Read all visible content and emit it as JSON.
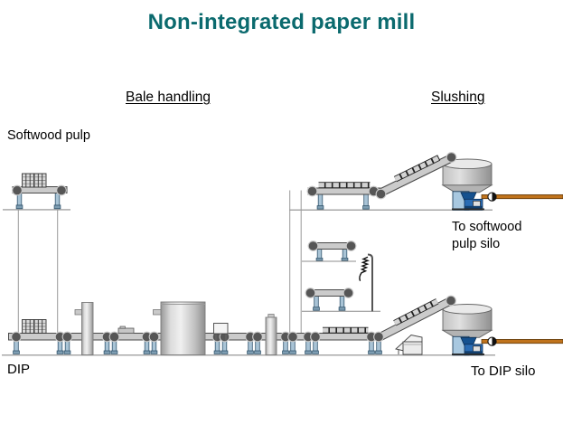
{
  "title": "Non-integrated paper mill",
  "sections": {
    "bale_handling": "Bale handling",
    "slushing": "Slushing"
  },
  "labels": {
    "softwood_pulp": "Softwood pulp",
    "dip": "DIP",
    "to_softwood_silo": "To softwood\npulp silo",
    "to_dip_silo": "To DIP silo"
  },
  "colors": {
    "title_teal": "#0B6A6E",
    "pipe_orange": "#C0731C",
    "pipe_edge": "#5F3A0E",
    "equipment_blue": "#2A6CB4",
    "equipment_dark_blue": "#15518F",
    "equipment_light_blue": "#A8C8E0",
    "steel_light": "#CBCBCB",
    "line_gray": "#8C8C8C"
  },
  "icons": {
    "pump": "pump-icon",
    "removed_wires": "removed-wires-icon"
  }
}
